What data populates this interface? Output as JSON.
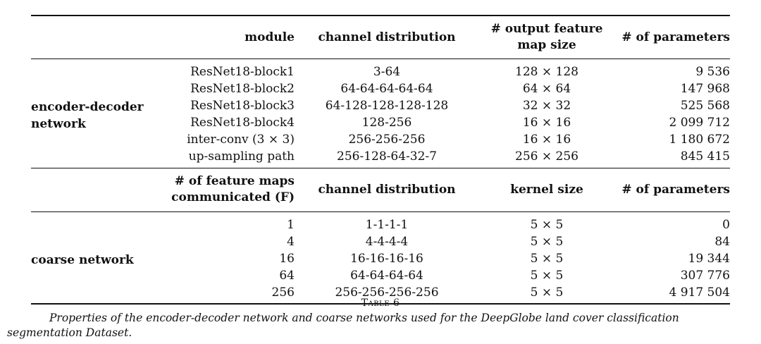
{
  "table": {
    "section1_header": {
      "module": "module",
      "channel": "channel distribution",
      "output_line1": "# output feature",
      "output_line2": "map size",
      "params": "# of parameters"
    },
    "section1_group": [
      "encoder-decoder",
      "network"
    ],
    "section1_rows": [
      {
        "module": "ResNet18-block1",
        "channel": "3-64",
        "size": "128 × 128",
        "params": "9 536"
      },
      {
        "module": "ResNet18-block2",
        "channel": "64-64-64-64-64",
        "size": "64 × 64",
        "params": "147 968"
      },
      {
        "module": "ResNet18-block3",
        "channel": "64-128-128-128-128",
        "size": "32 × 32",
        "params": "525 568"
      },
      {
        "module": "ResNet18-block4",
        "channel": "128-256",
        "size": "16 × 16",
        "params": "2 099 712"
      },
      {
        "module": "inter-conv (3 × 3)",
        "channel": "256-256-256",
        "size": "16 × 16",
        "params": "1 180 672"
      },
      {
        "module": "up-sampling path",
        "channel": "256-128-64-32-7",
        "size": "256 × 256",
        "params": "845 415"
      }
    ],
    "section2_header": {
      "maps_line1": "# of feature maps",
      "maps_line2": "communicated (F)",
      "channel": "channel distribution",
      "kernel": "kernel size",
      "params": "# of parameters"
    },
    "section2_group": "coarse network",
    "section2_rows": [
      {
        "maps": "1",
        "channel": "1-1-1-1",
        "kernel": "5 × 5",
        "params": "0"
      },
      {
        "maps": "4",
        "channel": "4-4-4-4",
        "kernel": "5 × 5",
        "params": "84"
      },
      {
        "maps": "16",
        "channel": "16-16-16-16",
        "kernel": "5 × 5",
        "params": "19 344"
      },
      {
        "maps": "64",
        "channel": "64-64-64-64",
        "kernel": "5 × 5",
        "params": "307 776"
      },
      {
        "maps": "256",
        "channel": "256-256-256-256",
        "kernel": "5 × 5",
        "params": "4 917 504"
      }
    ]
  },
  "caption": {
    "title": "Table 6",
    "text": "Properties of the encoder-decoder network and coarse networks used for the DeepGlobe land cover classification segmentation Dataset."
  }
}
